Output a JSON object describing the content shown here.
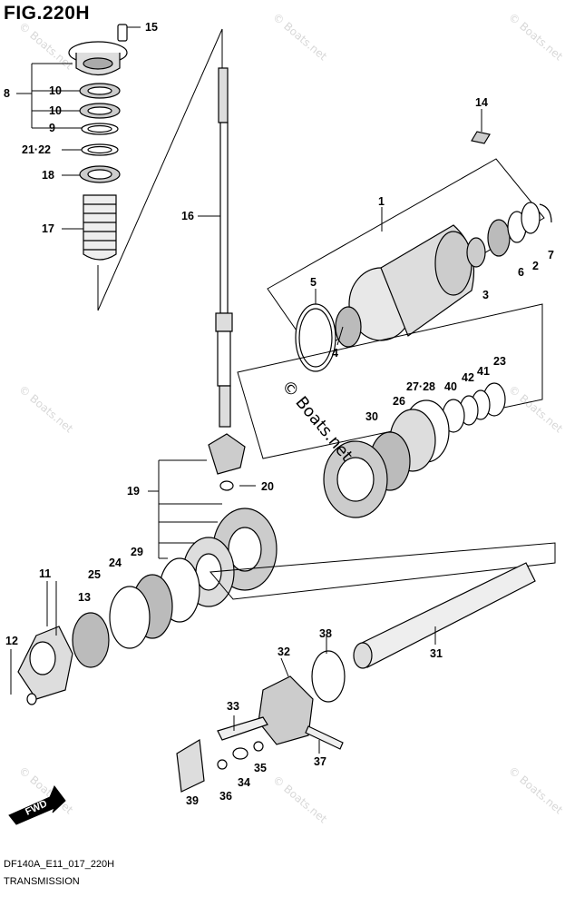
{
  "figure": {
    "title": "FIG.220H",
    "code": "DF140A_E11_017_220H",
    "name": "TRANSMISSION",
    "direction_badge": "FWD"
  },
  "watermark": {
    "text": "© Boats.net"
  },
  "callouts": [
    "15",
    "8",
    "10",
    "10",
    "9",
    "21·22",
    "18",
    "17",
    "16",
    "14",
    "1",
    "2",
    "6",
    "3",
    "7",
    "5",
    "4",
    "23",
    "41",
    "42",
    "40",
    "27·28",
    "26",
    "30",
    "19",
    "20",
    "11",
    "25",
    "24",
    "29",
    "13",
    "12",
    "31",
    "32",
    "38",
    "33",
    "37",
    "36",
    "34",
    "35",
    "39"
  ]
}
